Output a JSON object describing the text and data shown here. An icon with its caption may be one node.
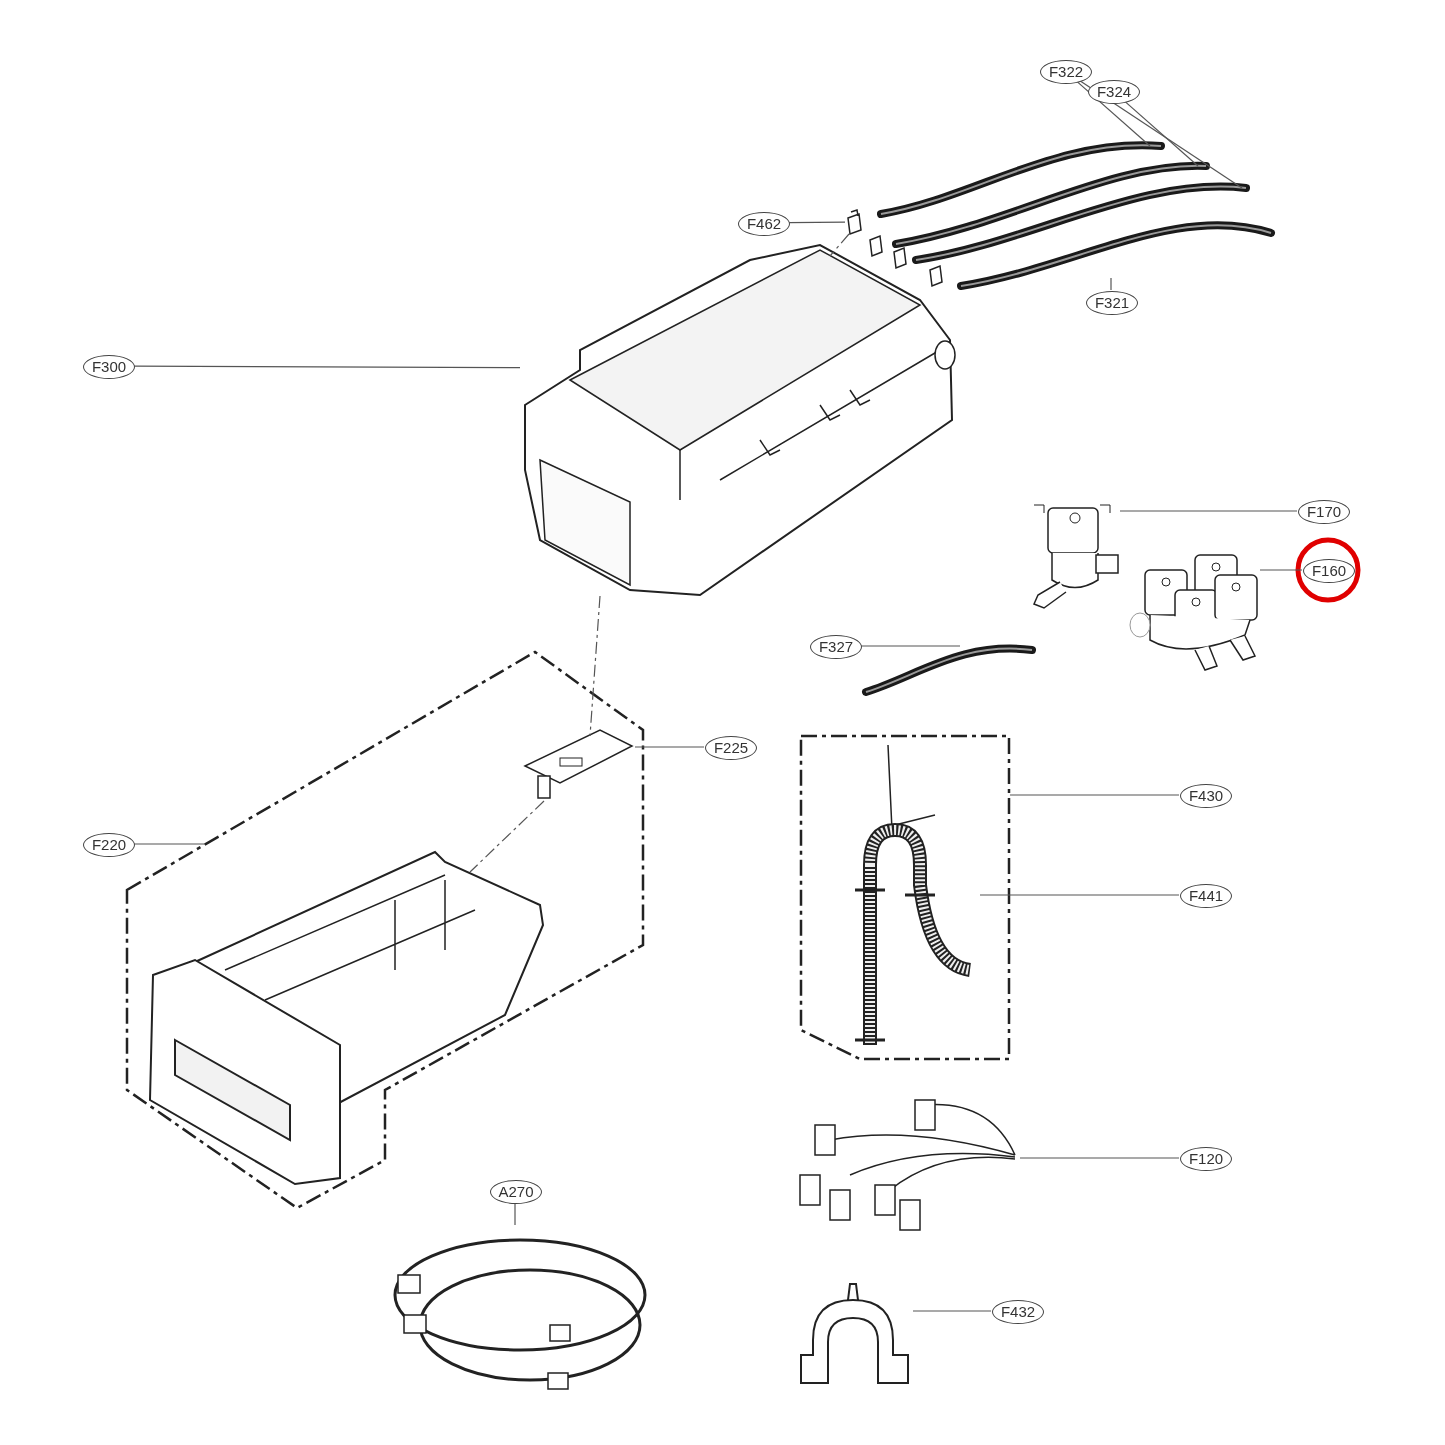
{
  "diagram": {
    "nodes": [
      {
        "text": [
          "F322"
        ]
      },
      {
        "text": [
          "F324"
        ]
      },
      {
        "text": [
          "F462"
        ]
      },
      {
        "text": [
          "F321"
        ]
      },
      {
        "text": [
          "F300"
        ]
      },
      {
        "text": [
          "F170"
        ]
      },
      {
        "text": [
          "F160"
        ]
      },
      {
        "text": [
          "F327"
        ]
      },
      {
        "text": [
          "F225"
        ]
      },
      {
        "text": [
          "F430"
        ]
      },
      {
        "text": [
          "F220"
        ]
      },
      {
        "text": [
          "F441"
        ]
      },
      {
        "text": [
          "F120"
        ]
      },
      {
        "text": [
          "A270"
        ]
      },
      {
        "text": [
          "F432"
        ]
      },
      {
        "text": [],
        "shape": "picture"
      },
      {
        "text": [],
        "shape": "picture"
      },
      {
        "text": [],
        "shape": "picture"
      },
      {
        "text": [],
        "shape": "picture"
      },
      {
        "text": [],
        "shape": "picture"
      },
      {
        "text": [],
        "shape": "picture"
      },
      {
        "text": [],
        "shape": "picture"
      },
      {
        "text": [],
        "shape": "picture"
      },
      {
        "text": [],
        "shape": "picture"
      },
      {
        "text": [],
        "shape": "box"
      },
      {
        "text": [],
        "shape": "picture",
        "in": 24
      },
      {
        "text": [],
        "shape": "box"
      },
      {
        "text": [],
        "shape": "picture",
        "in": 26
      },
      {
        "text": [],
        "shape": "picture",
        "in": 26
      },
      {
        "text": [],
        "shape": "picture"
      },
      {
        "text": [],
        "shape": "picture"
      },
      {
        "text": [],
        "shape": "picture"
      }
    ],
    "edges": [
      {
        "from": 0,
        "to": 15,
        "arrow": "none"
      },
      {
        "from": 0,
        "to": 17,
        "arrow": "none"
      },
      {
        "from": 1,
        "to": 16,
        "arrow": "none"
      },
      {
        "from": 2,
        "to": 19,
        "arrow": "none"
      },
      {
        "from": 3,
        "to": 18,
        "arrow": "none"
      },
      {
        "from": 4,
        "to": 20,
        "arrow": "none"
      },
      {
        "from": 5,
        "to": 21,
        "arrow": "none"
      },
      {
        "from": 6,
        "to": 22,
        "arrow": "none"
      },
      {
        "from": 7,
        "to": 23,
        "arrow": "none"
      },
      {
        "from": 8,
        "to": 27,
        "arrow": "none"
      },
      {
        "from": 9,
        "to": 24,
        "arrow": "none"
      },
      {
        "from": 10,
        "to": 26,
        "arrow": "none"
      },
      {
        "from": 11,
        "to": 25,
        "arrow": "none"
      },
      {
        "from": 12,
        "to": 29,
        "arrow": "none"
      },
      {
        "from": 13,
        "to": 30,
        "arrow": "none"
      },
      {
        "from": 14,
        "to": 31,
        "arrow": "none"
      },
      {
        "from": 20,
        "to": 27,
        "arrow": "none",
        "style": "dashed"
      },
      {
        "from": 27,
        "to": 28,
        "arrow": "none",
        "style": "dashed"
      },
      {
        "from": 19,
        "to": 20,
        "arrow": "none",
        "style": "dashed"
      }
    ]
  }
}
